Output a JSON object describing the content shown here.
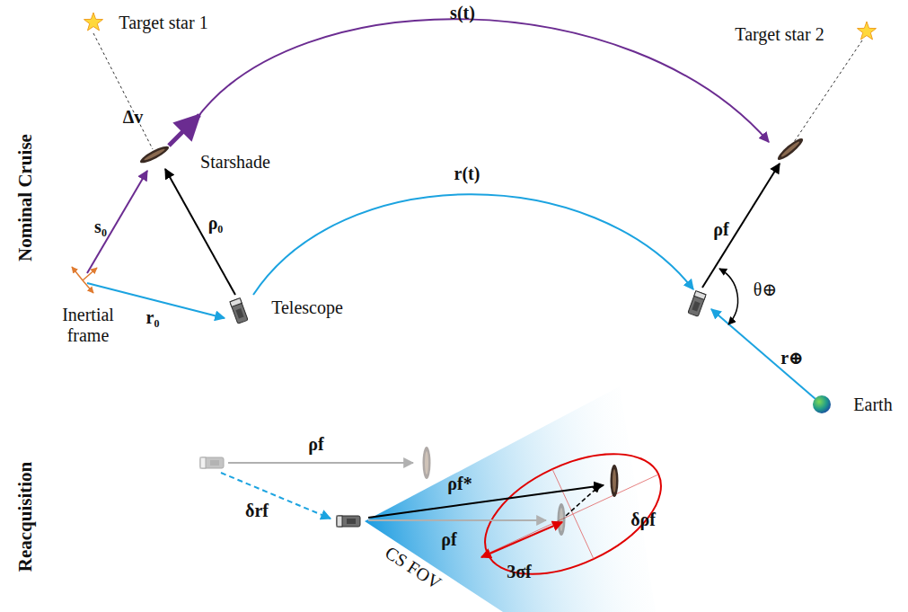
{
  "diagram": {
    "labels": [
      "Nominal Cruise",
      "Reacquisition",
      "Target star 1",
      "s(t)",
      "Target star 2",
      "Δv",
      "Starshade",
      "s₀",
      "ρ₀",
      "Inertial frame",
      "r₀",
      "Telescope",
      "r(t)",
      "ρf",
      "θ⊕",
      "r⊕",
      "Earth",
      "ρf",
      "δrf",
      "ρf*",
      "ρf",
      "δρf",
      "3σf",
      "CS FOV"
    ]
  }
}
